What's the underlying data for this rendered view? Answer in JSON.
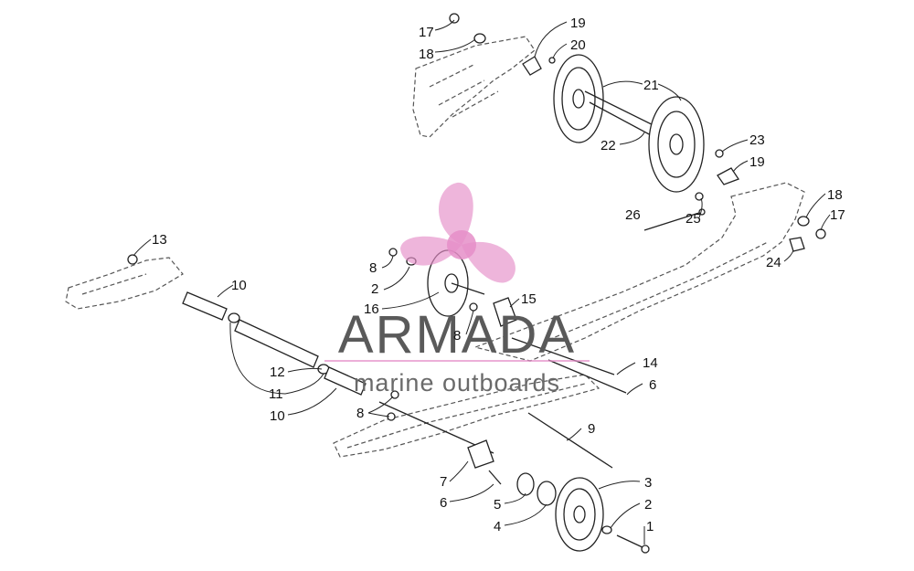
{
  "watermark": {
    "title": "ARMADA",
    "subtitle": "marine outboards",
    "logo_color": "#e58ec8"
  },
  "labels": [
    {
      "id": "l17a",
      "text": "17"
    },
    {
      "id": "l18a",
      "text": "18"
    },
    {
      "id": "l19a",
      "text": "19"
    },
    {
      "id": "l20",
      "text": "20"
    },
    {
      "id": "l21",
      "text": "21"
    },
    {
      "id": "l22",
      "text": "22"
    },
    {
      "id": "l23",
      "text": "23"
    },
    {
      "id": "l19b",
      "text": "19"
    },
    {
      "id": "l18b",
      "text": "18"
    },
    {
      "id": "l17b",
      "text": "17"
    },
    {
      "id": "l26",
      "text": "26"
    },
    {
      "id": "l25",
      "text": "25"
    },
    {
      "id": "l24",
      "text": "24"
    },
    {
      "id": "l13",
      "text": "13"
    },
    {
      "id": "l10a",
      "text": "10"
    },
    {
      "id": "l8a",
      "text": "8"
    },
    {
      "id": "l2a",
      "text": "2"
    },
    {
      "id": "l16",
      "text": "16"
    },
    {
      "id": "l15",
      "text": "15"
    },
    {
      "id": "l8b",
      "text": "8"
    },
    {
      "id": "l12",
      "text": "12"
    },
    {
      "id": "l11",
      "text": "11"
    },
    {
      "id": "l10b",
      "text": "10"
    },
    {
      "id": "l8c",
      "text": "8"
    },
    {
      "id": "l14",
      "text": "14"
    },
    {
      "id": "l6a",
      "text": "6"
    },
    {
      "id": "l9",
      "text": "9"
    },
    {
      "id": "l7",
      "text": "7"
    },
    {
      "id": "l6b",
      "text": "6"
    },
    {
      "id": "l5",
      "text": "5"
    },
    {
      "id": "l4",
      "text": "4"
    },
    {
      "id": "l3",
      "text": "3"
    },
    {
      "id": "l2b",
      "text": "2"
    },
    {
      "id": "l1",
      "text": "1"
    }
  ]
}
